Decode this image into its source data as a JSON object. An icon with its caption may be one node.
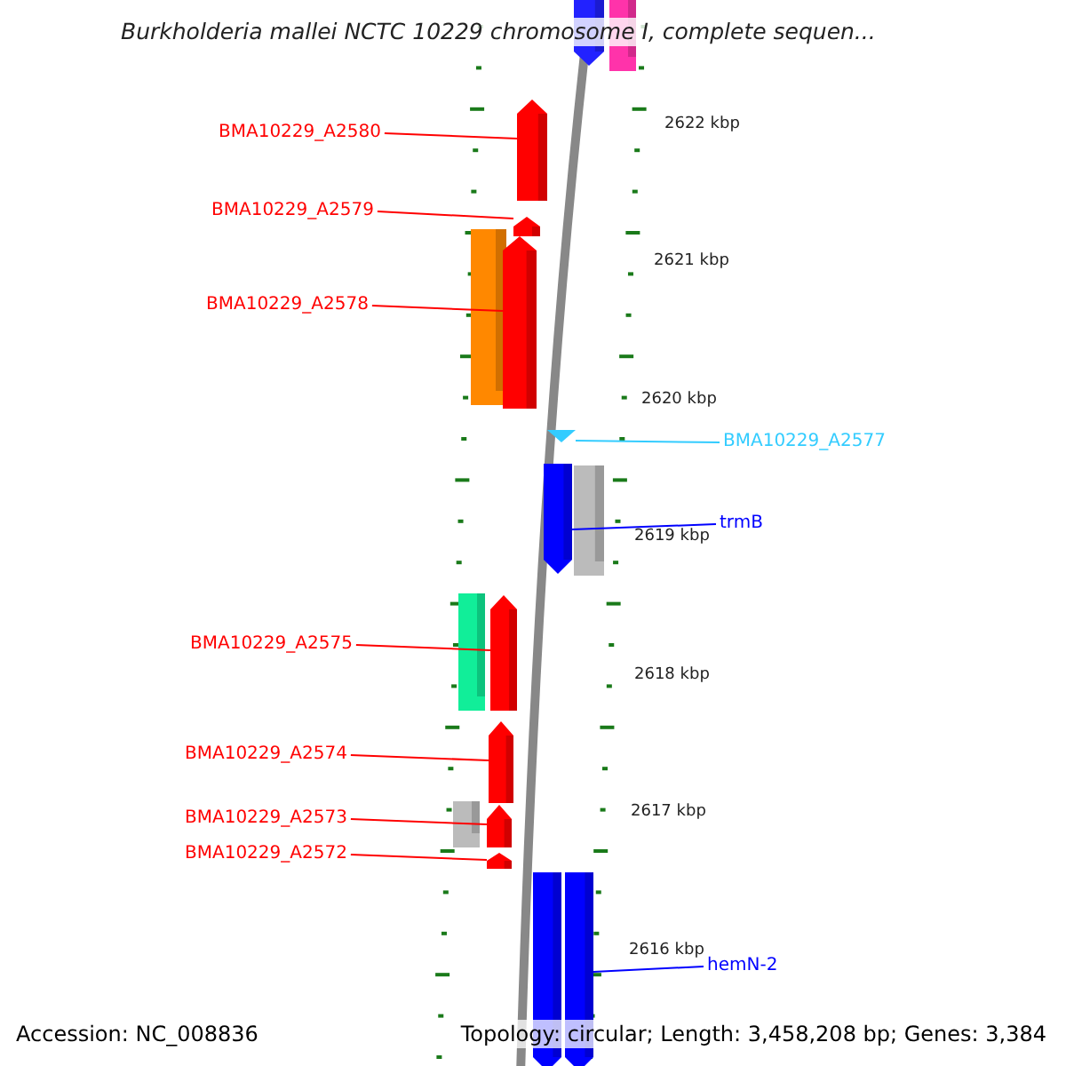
{
  "diagram": {
    "title": "Burkholderia mallei NCTC 10229 chromosome I, complete sequen...",
    "nodes": [
      {
        "text": [
          "BMA10229_A2580"
        ]
      },
      {
        "text": [
          "BMA10229_A2579"
        ]
      },
      {
        "text": [
          "BMA10229_A2578"
        ]
      },
      {
        "text": [
          "BMA10229_A2577"
        ]
      },
      {
        "text": [
          "trmB"
        ]
      },
      {
        "text": [
          "BMA10229_A2575"
        ]
      },
      {
        "text": [
          "BMA10229_A2574"
        ]
      },
      {
        "text": [
          "BMA10229_A2573"
        ]
      },
      {
        "text": [
          "BMA10229_A2572"
        ]
      },
      {
        "text": [
          "hemN-2"
        ]
      },
      {
        "text": [],
        "shape": "bar"
      },
      {
        "text": [],
        "shape": "bar"
      },
      {
        "text": [],
        "shape": "bar"
      },
      {
        "text": [],
        "shape": "bar"
      },
      {
        "text": [],
        "shape": "bar"
      },
      {
        "text": [],
        "shape": "bar"
      },
      {
        "text": [],
        "shape": "triangle"
      },
      {
        "text": [],
        "shape": "bar"
      },
      {
        "text": [],
        "shape": "bar"
      },
      {
        "text": [],
        "shape": "bar"
      },
      {
        "text": [],
        "shape": "bar"
      },
      {
        "text": [],
        "shape": "bar"
      },
      {
        "text": [],
        "shape": "bar"
      },
      {
        "text": [],
        "shape": "bar"
      },
      {
        "text": [],
        "shape": "bar"
      },
      {
        "text": [],
        "shape": "bar"
      },
      {
        "text": [],
        "shape": "bar"
      }
    ],
    "edges": [
      {
        "from": 0,
        "to": 12,
        "arrow": "none"
      },
      {
        "from": 1,
        "to": 13,
        "arrow": "none"
      },
      {
        "from": 2,
        "to": 15,
        "arrow": "none"
      },
      {
        "from": 3,
        "to": 16,
        "arrow": "none",
        "color": "#33ccff"
      },
      {
        "from": 4,
        "to": 17,
        "arrow": "none",
        "color": "#0000ff"
      },
      {
        "from": 5,
        "to": 20,
        "arrow": "none"
      },
      {
        "from": 6,
        "to": 21,
        "arrow": "none"
      },
      {
        "from": 7,
        "to": 23,
        "arrow": "none"
      },
      {
        "from": 8,
        "to": 24,
        "arrow": "none"
      },
      {
        "from": 9,
        "to": 26,
        "arrow": "none",
        "color": "#0000ff"
      }
    ],
    "labels": [
      "2622 kbp",
      "2621 kbp",
      "2620 kbp",
      "2619 kbp",
      "2618 kbp",
      "2617 kbp",
      "2616 kbp",
      "Accession: NC_008836",
      "Topology: circular; Length: 3,458,208 bp; Genes: 3,384"
    ]
  }
}
